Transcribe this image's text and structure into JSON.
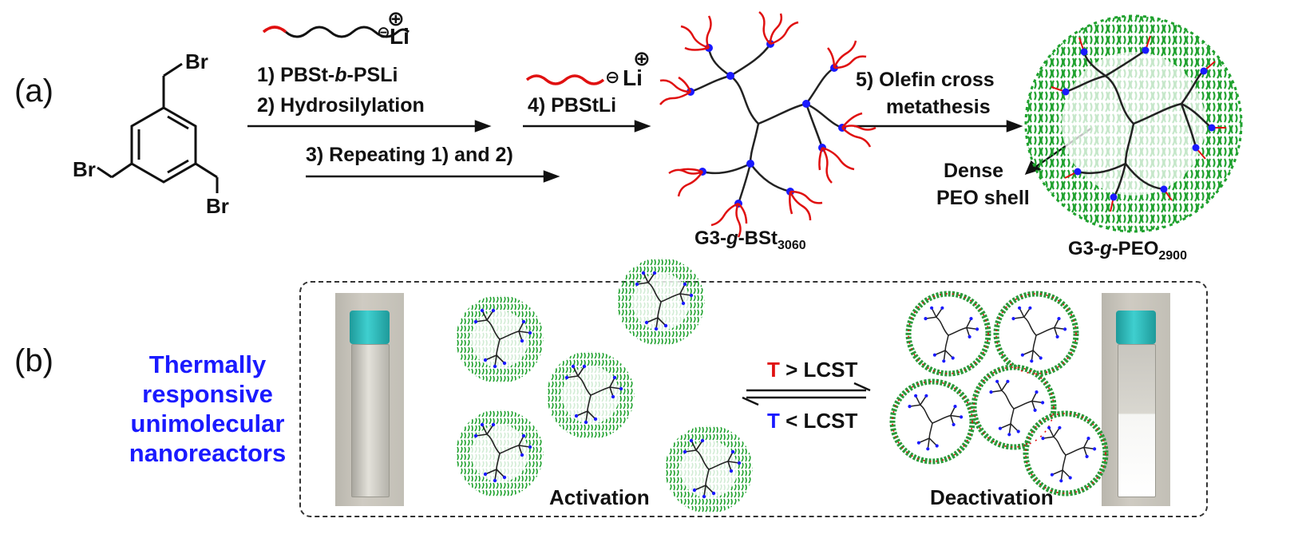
{
  "panel_a": {
    "label": "(a)",
    "start_molecule": {
      "substituent_top": "Br",
      "substituent_left": "Br",
      "substituent_right": "Br"
    },
    "reagent1": {
      "charge": "⊕",
      "anion": "⊖",
      "cation": "Li"
    },
    "steps_1_2": {
      "step1_prefix": "1) PBSt-",
      "step1_italic": "b",
      "step1_suffix": "-PSLi",
      "step2": "2) Hydrosilylation"
    },
    "step3": "3) Repeating 1) and 2)",
    "reagent2": {
      "charge": "⊕",
      "anion": "⊖",
      "cation": "Li"
    },
    "step4": "4) PBStLi",
    "step5_line1": "5) Olefin cross",
    "step5_line2": "metathesis",
    "dense_line1": "Dense",
    "dense_line2": "PEO shell",
    "product1": {
      "prefix": "G3-",
      "italic": "g",
      "mid": "-BSt",
      "sub": "3060"
    },
    "product2": {
      "prefix": "G3-",
      "italic": "g",
      "mid": "-PEO",
      "sub": "2900"
    }
  },
  "panel_b": {
    "label": "(b)",
    "title_lines": [
      "Thermally",
      "responsive",
      "unimolecular",
      "nanoreactors"
    ],
    "condition_up": {
      "t": "T",
      "rest": " > LCST"
    },
    "condition_down": {
      "t": "T",
      "rest": " < LCST"
    },
    "activation": "Activation",
    "deactivation": "Deactivation"
  },
  "colors": {
    "red": "#e01010",
    "green": "#1fa12e",
    "blue_node": "#1a1aff",
    "backbone": "#222222",
    "vial_cap": "#2ab5b5"
  }
}
